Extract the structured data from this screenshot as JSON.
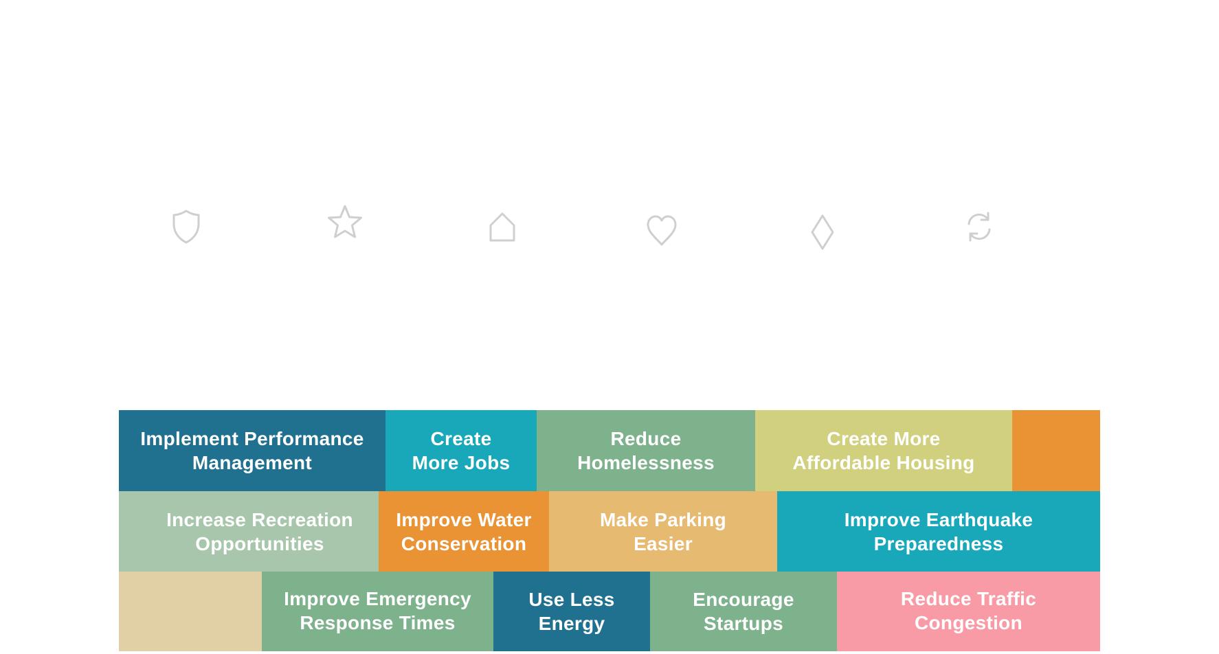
{
  "icons": [
    {
      "name": "shield-icon",
      "color": "#cfcfcf"
    },
    {
      "name": "star-icon",
      "color": "#cfcfcf"
    },
    {
      "name": "house-icon",
      "color": "#cfcfcf"
    },
    {
      "name": "heart-icon",
      "color": "#cfcfcf"
    },
    {
      "name": "diamond-icon",
      "color": "#cfcfcf"
    },
    {
      "name": "refresh-icon",
      "color": "#cfcfcf"
    }
  ],
  "tiles": {
    "performance": {
      "label": "Implement Performance\nManagement",
      "color": "#20708f"
    },
    "jobs": {
      "label": "Create\nMore Jobs",
      "color": "#18a8b9"
    },
    "homelessness": {
      "label": "Reduce\nHomelessness",
      "color": "#7db28c"
    },
    "housing": {
      "label": "Create More\nAffordable Housing",
      "color": "#d1d07f"
    },
    "orange_block": {
      "label": "",
      "color": "#e99335"
    },
    "recreation": {
      "label": "Increase Recreation\nOpportunities",
      "color": "#a8c6ac"
    },
    "water": {
      "label": "Improve Water\nConservation",
      "color": "#e99335"
    },
    "parking": {
      "label": "Make Parking\nEasier",
      "color": "#e7ba72"
    },
    "earthquake": {
      "label": "Improve Earthquake\nPreparedness",
      "color": "#18a8b9"
    },
    "beige_block": {
      "label": "",
      "color": "#e1cfa6"
    },
    "emergency": {
      "label": "Improve Emergency\nResponse Times",
      "color": "#7db28c"
    },
    "energy": {
      "label": "Use Less\nEnergy",
      "color": "#20708f"
    },
    "startups": {
      "label": "Encourage\nStartups",
      "color": "#7db28c"
    },
    "traffic": {
      "label": "Reduce Traffic\nCongestion",
      "color": "#f89ba7"
    }
  }
}
